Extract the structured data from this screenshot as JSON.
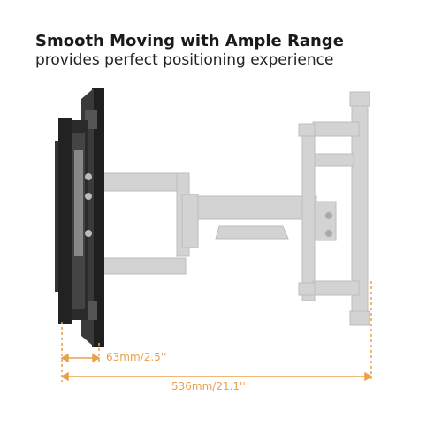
{
  "heading": {
    "title": "Smooth Moving with Ample Range",
    "subtitle": "provides perfect positioning experience"
  },
  "dimensions": {
    "retracted": "63mm/2.5''",
    "extended": "536mm/21.1''"
  },
  "colors": {
    "dimension": "#e8a24a",
    "mount_dark": "#2b2b2b",
    "mount_ghost": "#cfcfcf"
  },
  "icons": [
    "tv-wall-mount-retracted",
    "tv-wall-mount-extended"
  ]
}
